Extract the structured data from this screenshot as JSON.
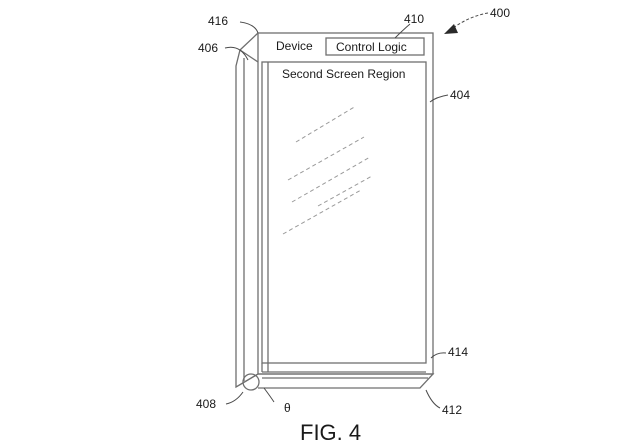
{
  "figure": {
    "caption": "FIG. 4",
    "device_label": "Device",
    "control_logic_label": "Control Logic",
    "second_screen_label": "Second Screen Region",
    "theta_label": "θ",
    "refs": {
      "r400": "400",
      "r404": "404",
      "r406": "406",
      "r408": "408",
      "r410": "410",
      "r412": "412",
      "r414": "414",
      "r416": "416"
    }
  }
}
